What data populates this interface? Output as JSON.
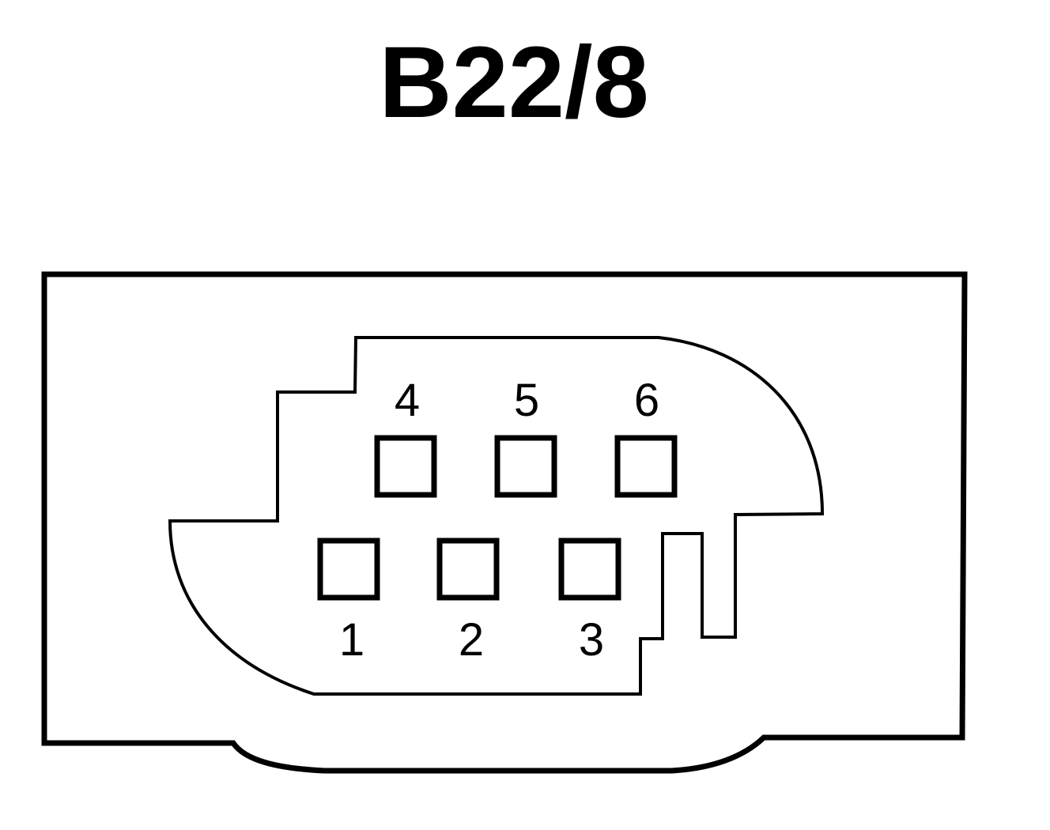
{
  "title": "B22/8",
  "pins": {
    "p1": "1",
    "p2": "2",
    "p3": "3",
    "p4": "4",
    "p5": "5",
    "p6": "6"
  },
  "colors": {
    "stroke": "#000000",
    "background": "#ffffff"
  }
}
